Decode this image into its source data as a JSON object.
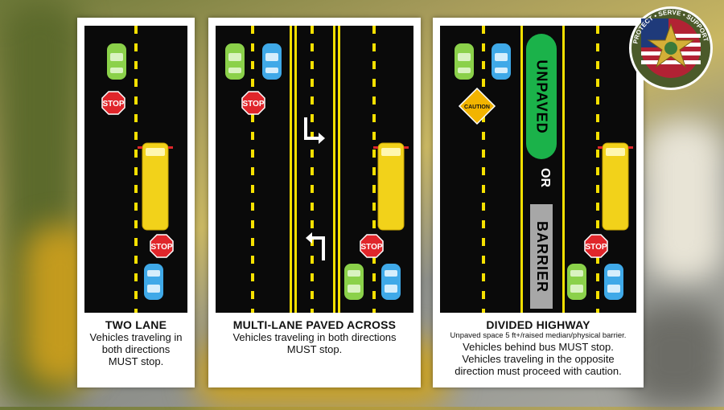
{
  "panels": [
    {
      "title": "TWO LANE",
      "text_lines": [
        "Vehicles traveling in",
        "both directions",
        "MUST stop."
      ]
    },
    {
      "title": "MULTI-LANE PAVED ACROSS",
      "text_lines": [
        "Vehicles traveling in both directions",
        "MUST stop."
      ]
    },
    {
      "title": "DIVIDED HIGHWAY",
      "subtitle": "Unpaved space 5 ft+/raised median/physical barrier.",
      "text_lines": [
        "Vehicles behind bus MUST stop.",
        "Vehicles traveling in the opposite",
        "direction must proceed with caution."
      ]
    }
  ],
  "signs": {
    "stop": "STOP",
    "caution": "CAUTION"
  },
  "median": {
    "unpaved": "UNPAVED",
    "or": "OR",
    "barrier": "BARRIER"
  },
  "badge": {
    "ring_text": "PROTECT • SERVE • SUPPORT"
  },
  "colors": {
    "road": "#0a0a0a",
    "lane_marking": "#f5e000",
    "bus": "#f2d21a",
    "car_green": "#8bd14a",
    "car_blue": "#3fa9e8",
    "stop_red": "#e0262b",
    "median_green": "#1bb24a",
    "barrier_gray": "#a7a7a7"
  }
}
